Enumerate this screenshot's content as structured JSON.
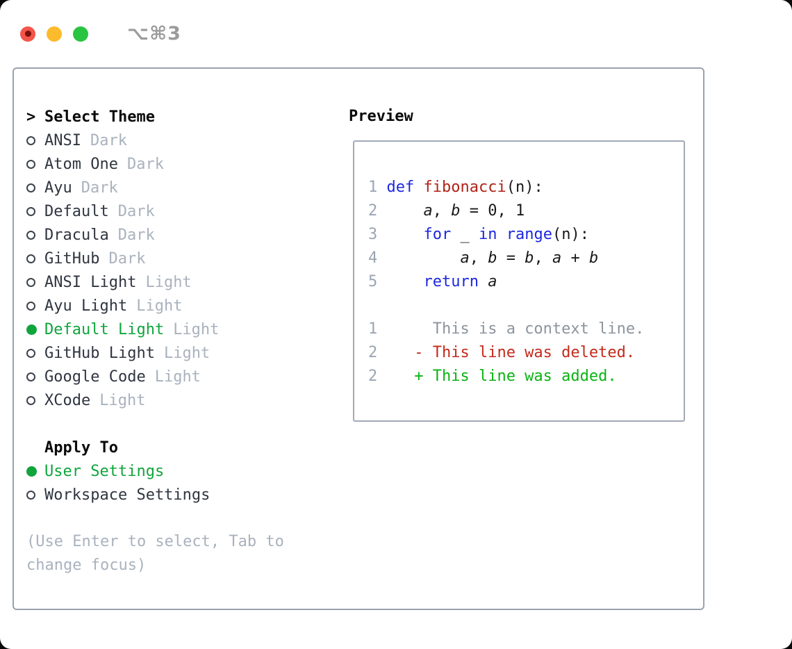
{
  "window": {
    "shortcut": "⌥⌘3",
    "traffic_lights": [
      "close",
      "minimize",
      "zoom"
    ]
  },
  "colors": {
    "accent_green": "#10a53c",
    "muted_gray": "#a9b2be",
    "panel_border": "#99a2ae",
    "keyword_blue": "#1c27e0",
    "function_red": "#af2318",
    "deleted_red": "#c42a1c",
    "added_green": "#0ab312",
    "context_gray": "#8d949e",
    "traffic_red": "#f4554a",
    "traffic_yellow": "#fcbb2d",
    "traffic_green": "#29c440"
  },
  "theme_list": {
    "cursor": ">",
    "title": "Select Theme",
    "items": [
      {
        "name": "ANSI",
        "variant": "Dark",
        "selected": false
      },
      {
        "name": "Atom One",
        "variant": "Dark",
        "selected": false
      },
      {
        "name": "Ayu",
        "variant": "Dark",
        "selected": false
      },
      {
        "name": "Default",
        "variant": "Dark",
        "selected": false
      },
      {
        "name": "Dracula",
        "variant": "Dark",
        "selected": false
      },
      {
        "name": "GitHub",
        "variant": "Dark",
        "selected": false
      },
      {
        "name": "ANSI Light",
        "variant": "Light",
        "selected": false
      },
      {
        "name": "Ayu Light",
        "variant": "Light",
        "selected": false
      },
      {
        "name": "Default Light",
        "variant": "Light",
        "selected": true
      },
      {
        "name": "GitHub Light",
        "variant": "Light",
        "selected": false
      },
      {
        "name": "Google Code",
        "variant": "Light",
        "selected": false
      },
      {
        "name": "XCode",
        "variant": "Light",
        "selected": false
      }
    ]
  },
  "apply_to": {
    "title": "Apply To",
    "options": [
      {
        "label": "User Settings",
        "selected": true
      },
      {
        "label": "Workspace Settings",
        "selected": false
      }
    ]
  },
  "hint": "(Use Enter to select, Tab to change focus)",
  "preview": {
    "title": "Preview",
    "code_lines": [
      {
        "num": "1",
        "tokens": [
          [
            "def",
            "kw"
          ],
          [
            " ",
            "pl"
          ],
          [
            "fibonacci",
            "fn"
          ],
          [
            "(n):",
            "pl"
          ]
        ]
      },
      {
        "num": "2",
        "tokens": [
          [
            "    ",
            "pl"
          ],
          [
            "a",
            "var"
          ],
          [
            ", ",
            "pl"
          ],
          [
            "b",
            "var"
          ],
          [
            " = 0, 1",
            "pl"
          ]
        ]
      },
      {
        "num": "3",
        "tokens": [
          [
            "    ",
            "pl"
          ],
          [
            "for",
            "kw"
          ],
          [
            " _ ",
            "pl"
          ],
          [
            "in",
            "kw"
          ],
          [
            " ",
            "pl"
          ],
          [
            "range",
            "kw"
          ],
          [
            "(n):",
            "pl"
          ]
        ]
      },
      {
        "num": "4",
        "tokens": [
          [
            "        ",
            "pl"
          ],
          [
            "a",
            "var"
          ],
          [
            ", ",
            "pl"
          ],
          [
            "b",
            "var"
          ],
          [
            " = ",
            "pl"
          ],
          [
            "b",
            "var"
          ],
          [
            ", ",
            "pl"
          ],
          [
            "a",
            "var"
          ],
          [
            " + ",
            "pl"
          ],
          [
            "b",
            "var"
          ]
        ]
      },
      {
        "num": "5",
        "tokens": [
          [
            "    ",
            "pl"
          ],
          [
            "return",
            "kw"
          ],
          [
            " ",
            "pl"
          ],
          [
            "a",
            "var"
          ]
        ]
      }
    ],
    "diff_lines": [
      {
        "num": "1",
        "sign": " ",
        "text": "This is a context line.",
        "kind": "context"
      },
      {
        "num": "2",
        "sign": "-",
        "text": "This line was deleted.",
        "kind": "del"
      },
      {
        "num": "2",
        "sign": "+",
        "text": "This line was added.",
        "kind": "add"
      }
    ]
  }
}
